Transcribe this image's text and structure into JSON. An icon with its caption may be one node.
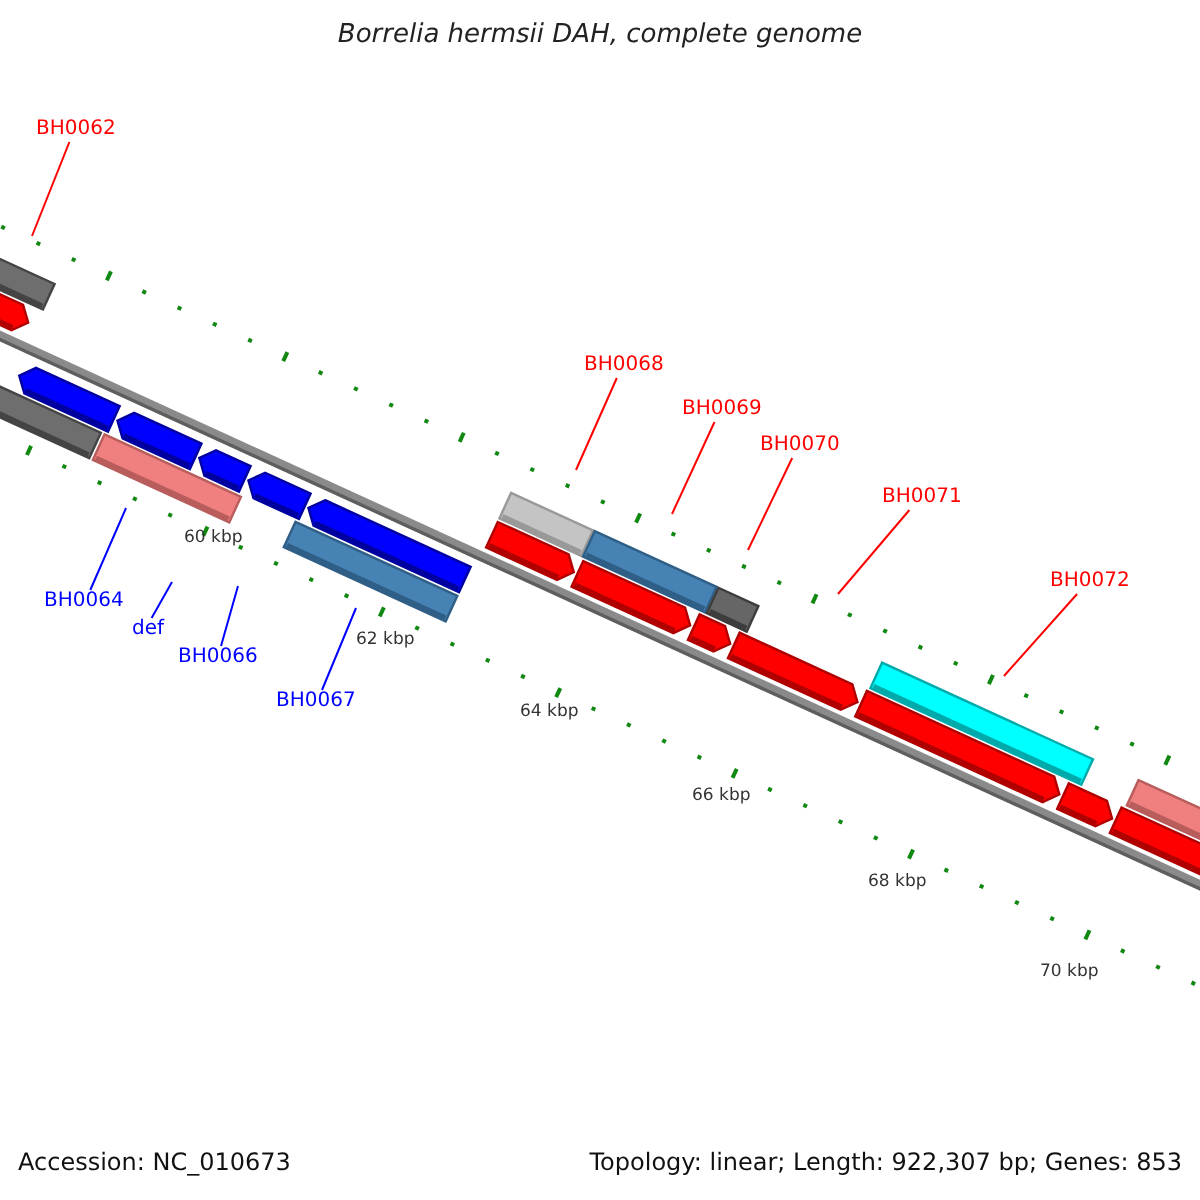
{
  "diagram": {
    "title": "Borrelia hermsii DAH, complete genome",
    "nodes": [
      {
        "text": [
          "BH0062"
        ]
      },
      {
        "text": [
          "BH0068"
        ]
      },
      {
        "text": [
          "BH0069"
        ]
      },
      {
        "text": [
          "BH0070"
        ]
      },
      {
        "text": [
          "BH0071"
        ]
      },
      {
        "text": [
          "BH0072"
        ]
      },
      {
        "text": [
          "BH0064"
        ]
      },
      {
        "text": [
          "def"
        ]
      },
      {
        "text": [
          "BH0066"
        ]
      },
      {
        "text": [
          "BH0067"
        ]
      }
    ],
    "edges": [
      {
        "from": 0,
        "to": null,
        "arrow": "none"
      },
      {
        "from": 1,
        "to": null,
        "arrow": "none"
      },
      {
        "from": 2,
        "to": null,
        "arrow": "none"
      },
      {
        "from": 3,
        "to": null,
        "arrow": "none"
      },
      {
        "from": 4,
        "to": null,
        "arrow": "none"
      },
      {
        "from": 5,
        "to": null,
        "arrow": "none"
      },
      {
        "from": 6,
        "to": null,
        "arrow": "none",
        "color": "#0000ff"
      },
      {
        "from": 7,
        "to": null,
        "arrow": "none",
        "color": "#0000ff"
      },
      {
        "from": 8,
        "to": null,
        "arrow": "none",
        "color": "#0000ff"
      },
      {
        "from": 9,
        "to": null,
        "arrow": "none",
        "color": "#0000ff"
      }
    ],
    "labels": [
      "60 kbp",
      "62 kbp",
      "64 kbp",
      "66 kbp",
      "68 kbp",
      "70 kbp",
      "Accession: NC_010673",
      "Topology: linear; Length: 922,307 bp; Genes: 853"
    ]
  }
}
